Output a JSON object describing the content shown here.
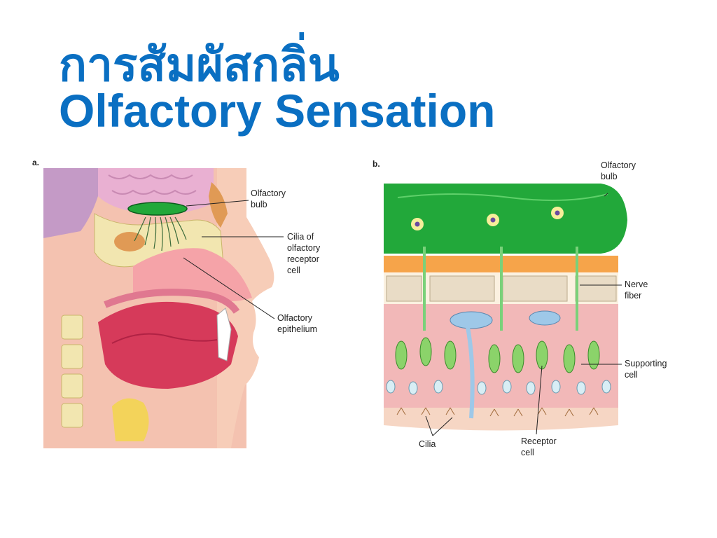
{
  "slide": {
    "title_thai": "การสัมผัสกลิ่น",
    "title_english": "Olfactory Sensation"
  },
  "panel_a": {
    "letter": "a.",
    "labels": {
      "olfactory_bulb": [
        "Olfactory",
        "bulb"
      ],
      "cilia": [
        "Cilia of",
        "olfactory",
        "receptor",
        "cell"
      ],
      "epithelium": [
        "Olfactory",
        "epithelium"
      ]
    }
  },
  "panel_b": {
    "letter": "b.",
    "labels": {
      "olfactory_bulb": [
        "Olfactory",
        "bulb"
      ],
      "nerve_fiber": [
        "Nerve",
        "fiber"
      ],
      "supporting_cell": [
        "Supporting",
        "cell"
      ],
      "cilia": "Cilia",
      "receptor_cell": [
        "Receptor",
        "cell"
      ]
    }
  },
  "colors": {
    "title": "#0a6fc2",
    "bulb_green": "#22a83a",
    "tissue_pink": "#f2b8b8",
    "brain_pink": "#e8b0d0",
    "bone": "#f2e6b0"
  }
}
